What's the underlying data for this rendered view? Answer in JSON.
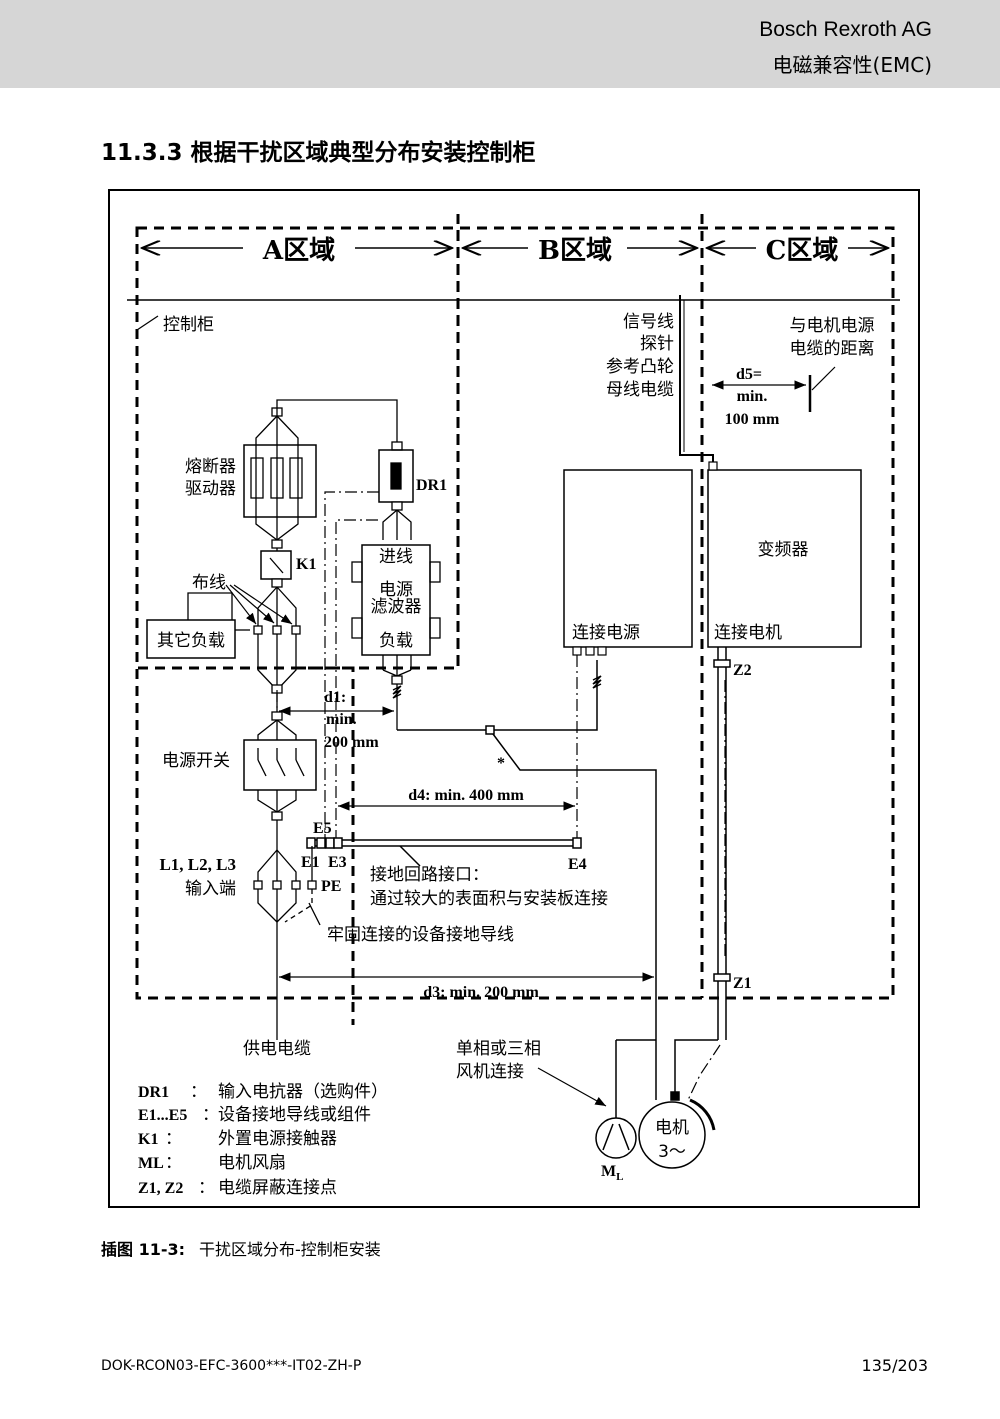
{
  "header": {
    "company": "Bosch Rexroth AG",
    "chapter": "电磁兼容性(EMC)"
  },
  "section_title": "11.3.3  根据干扰区域典型分布安装控制柜",
  "figure": {
    "zones": {
      "a": "A区域",
      "b": "B区域",
      "c": "C区域"
    },
    "control_cabinet": "控制柜",
    "signal_lines": [
      "信号线",
      "探针",
      "参考凸轮",
      "母线电缆"
    ],
    "motor_cable_distance": [
      "与电机电源",
      "电缆的距离"
    ],
    "d5": [
      "d5=",
      "min.",
      "100 mm"
    ],
    "fuse": [
      "熔断器",
      "驱动器"
    ],
    "dr1": "DR1",
    "k1": "K1",
    "wiring": "布线",
    "other_load": "其它负载",
    "filter_in": "进线",
    "filter_name": [
      "电源",
      "滤波器"
    ],
    "filter_load": "负载",
    "inverter": "变频器",
    "connect_power": "连接电源",
    "connect_motor": "连接电机",
    "z2": "Z2",
    "z1": "Z1",
    "d1": [
      "d1:",
      "min.",
      "200 mm"
    ],
    "mains_switch": "电源开关",
    "asterisk": "*",
    "d4": "d4: min. 400 mm",
    "e5": "E5",
    "e1": "E1",
    "e3": "E3",
    "e4": "E4",
    "pe": "PE",
    "inputs": [
      "L1, L2, L3",
      "输入端"
    ],
    "ground_interface": [
      "接地回路接口：",
      "通过较大的表面积与安装板连接"
    ],
    "ground_conductor": "牢固连接的设备接地导线",
    "d3": "d3: min. 200 mm",
    "supply_cable": "供电电缆",
    "fan_connection": [
      "单相或三相",
      "风机连接"
    ],
    "fan_label": "M",
    "fan_sub": "L",
    "motor": [
      "电机",
      "3～"
    ],
    "legend": [
      {
        "key": "DR1",
        "sep": "：",
        "text": "输入电抗器（选购件）"
      },
      {
        "key": "E1...E5",
        "sep": "：",
        "text": "设备接地导线或组件"
      },
      {
        "key": "K1",
        "sep": "：",
        "text": "外置电源接触器"
      },
      {
        "key": "ML",
        "sep": "：",
        "text": "电机风扇"
      },
      {
        "key": "Z1, Z2",
        "sep": "：",
        "text": "电缆屏蔽连接点"
      }
    ]
  },
  "caption": {
    "label": "插图 11-3:",
    "text": "干扰区域分布-控制柜安装"
  },
  "footer": {
    "doc_id": "DOK-RCON03-EFC-3600***-IT02-ZH-P",
    "page": "135/203"
  }
}
